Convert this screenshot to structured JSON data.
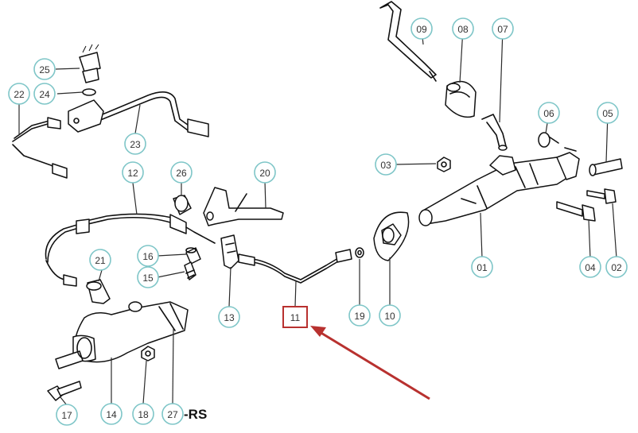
{
  "callouts": [
    {
      "id": "01",
      "label": "01"
    },
    {
      "id": "02",
      "label": "02"
    },
    {
      "id": "03",
      "label": "03"
    },
    {
      "id": "04",
      "label": "04"
    },
    {
      "id": "05",
      "label": "05"
    },
    {
      "id": "06",
      "label": "06"
    },
    {
      "id": "07",
      "label": "07"
    },
    {
      "id": "08",
      "label": "08"
    },
    {
      "id": "09",
      "label": "09"
    },
    {
      "id": "10",
      "label": "10"
    },
    {
      "id": "11",
      "label": "11",
      "highlighted": true
    },
    {
      "id": "12",
      "label": "12"
    },
    {
      "id": "13",
      "label": "13"
    },
    {
      "id": "14",
      "label": "14"
    },
    {
      "id": "15",
      "label": "15"
    },
    {
      "id": "16",
      "label": "16"
    },
    {
      "id": "17",
      "label": "17"
    },
    {
      "id": "18",
      "label": "18"
    },
    {
      "id": "19",
      "label": "19"
    },
    {
      "id": "20",
      "label": "20"
    },
    {
      "id": "21",
      "label": "21"
    },
    {
      "id": "22",
      "label": "22"
    },
    {
      "id": "23",
      "label": "23"
    },
    {
      "id": "24",
      "label": "24"
    },
    {
      "id": "25",
      "label": "25"
    },
    {
      "id": "26",
      "label": "26"
    },
    {
      "id": "27",
      "label": "27",
      "suffix": "-RS"
    }
  ],
  "colors": {
    "callout_ring": "#7fc6c8",
    "highlight": "#b8312f",
    "line_art": "#111111"
  }
}
